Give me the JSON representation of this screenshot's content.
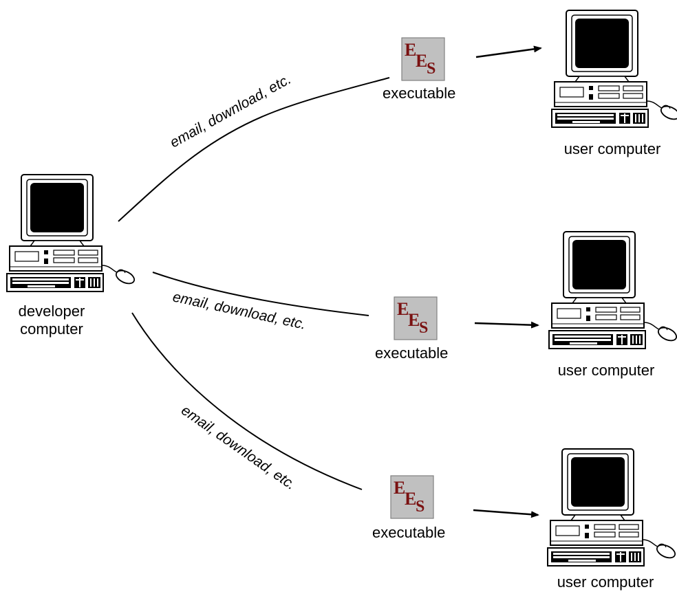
{
  "developer": {
    "label_line1": "developer",
    "label_line2": "computer"
  },
  "users": [
    {
      "label": "user computer"
    },
    {
      "label": "user computer"
    },
    {
      "label": "user computer"
    }
  ],
  "executables": [
    {
      "label": "executable",
      "icon_text": "EES"
    },
    {
      "label": "executable",
      "icon_text": "EES"
    },
    {
      "label": "executable",
      "icon_text": "EES"
    }
  ],
  "edges": [
    {
      "label": "email, download, etc."
    },
    {
      "label": "email, download, etc."
    },
    {
      "label": "email, download, etc."
    }
  ],
  "colors": {
    "icon_bg": "#c0c0c0",
    "icon_text": "#7a1111",
    "line": "#000000"
  }
}
